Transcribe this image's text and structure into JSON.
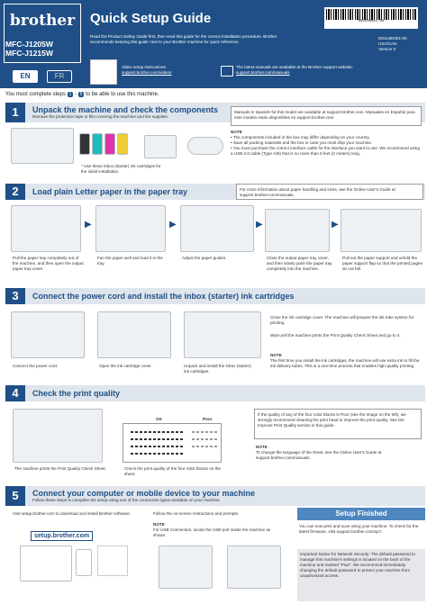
{
  "header": {
    "brand": "brother",
    "models": [
      "MFC-J1205W",
      "MFC-J1215W"
    ],
    "title": "Quick Setup Guide",
    "intro": "Read the Product Safety Guide first, then read this guide for the correct installation procedure. Brother recommends keeping this guide next to your Brother machine for quick reference.",
    "doc_code": "D01U0K001-00",
    "region": "USA/CAN",
    "version": "Version 0",
    "lang_en": "EN",
    "lang_fr": "FR",
    "video_label": "Video setup instructions:",
    "video_url": "support.brother.com/videos",
    "latest_text": "The latest manuals are available at the Brother support website:",
    "latest_url": "support.brother.com/manuals"
  },
  "steps_note": {
    "prefix": "You must complete steps",
    "from": "1",
    "to": "5",
    "suffix": "to be able to use this machine."
  },
  "s1": {
    "num": "1",
    "title": "Unpack the machine and check the components",
    "sub": "Remove the protective tape or film covering the machine and the supplies.",
    "caption": "* Use these inbox (starter) ink cartridges for the initial installation.",
    "manuals": "Manuals in Spanish for this model are available at support.brother.com. Manuales en Español para este modelo están disponibles en support.brother.com.",
    "note_label": "NOTE",
    "notes": [
      "The components included in the box may differ depending on your country.",
      "Save all packing materials and the box in case you must ship your machine.",
      "You must purchase the correct interface cable for the interface you want to use. We recommend using a USB 2.0 cable (Type A/B) that is no more than 6 feet (2 meters) long."
    ]
  },
  "s2": {
    "num": "2",
    "title": "Load plain Letter paper in the paper tray",
    "info": "For more information about paper handling and sizes, see the Online User's Guide at support.brother.com/manuals.",
    "captions": [
      "Pull the paper tray completely out of the machine, and then open the output paper tray cover.",
      "Fan the paper well and load it in the tray.",
      "Adjust the paper guides.",
      "Close the output paper tray cover, and then slowly push the paper tray completely into the machine.",
      "Pull out the paper support and unfold the paper support flap so that the printed pages do not fall."
    ]
  },
  "s3": {
    "num": "3",
    "title": "Connect the power cord and install the inbox (starter) ink cartridges",
    "captions": [
      "Connect the power cord.",
      "Open the ink cartridge cover.",
      "Unpack and install the inbox (starter) ink cartridges."
    ],
    "right1": "Close the ink cartridge cover. The machine will prepare the ink tube system for printing.",
    "right2": "Wait until the machine prints the Print Quality Check Sheet and go to 4.",
    "note_label": "NOTE",
    "note": "The first time you install the ink cartridges, the machine will use extra ink to fill the ink delivery tubes. This is a one-time process that enables high-quality printing."
  },
  "s4": {
    "num": "4",
    "title": "Check the print quality",
    "ok_label": "OK",
    "poor_label": "Poor",
    "cap1": "The machine prints the Print Quality Check Sheet.",
    "cap2": "Check the print quality of the four color blocks on the sheet.",
    "right": "If the quality of any of the four color blocks is Poor (see the image on the left), we strongly recommend cleaning the print head to improve the print quality. See the Improve Print Quality section in this guide.",
    "note_label": "NOTE",
    "note": "To change the language of the sheet, see the Online User's Guide at support.brother.com/manuals."
  },
  "s5": {
    "num": "5",
    "title": "Connect your computer or mobile device to your machine",
    "sub": "Follow these steps to complete the setup using one of the connection types available on your machine.",
    "visit": "Visit setup.brother.com to download and install Brother software.",
    "url": "setup.brother.com",
    "follow": "Follow the on-screen instructions and prompts.",
    "note_label": "NOTE",
    "note": "For USB Connection, locate the USB port inside the machine as shown.",
    "finished_title": "Setup Finished",
    "finished_text": "You can now print and scan using your machine. To check for the latest firmware, visit support.brother.com/up7.",
    "security": "Important Notice for Network Security: The default password to manage this machine's settings is located on the back of the machine and marked \"Pwd\". We recommend immediately changing the default password to protect your machine from unauthorized access."
  }
}
